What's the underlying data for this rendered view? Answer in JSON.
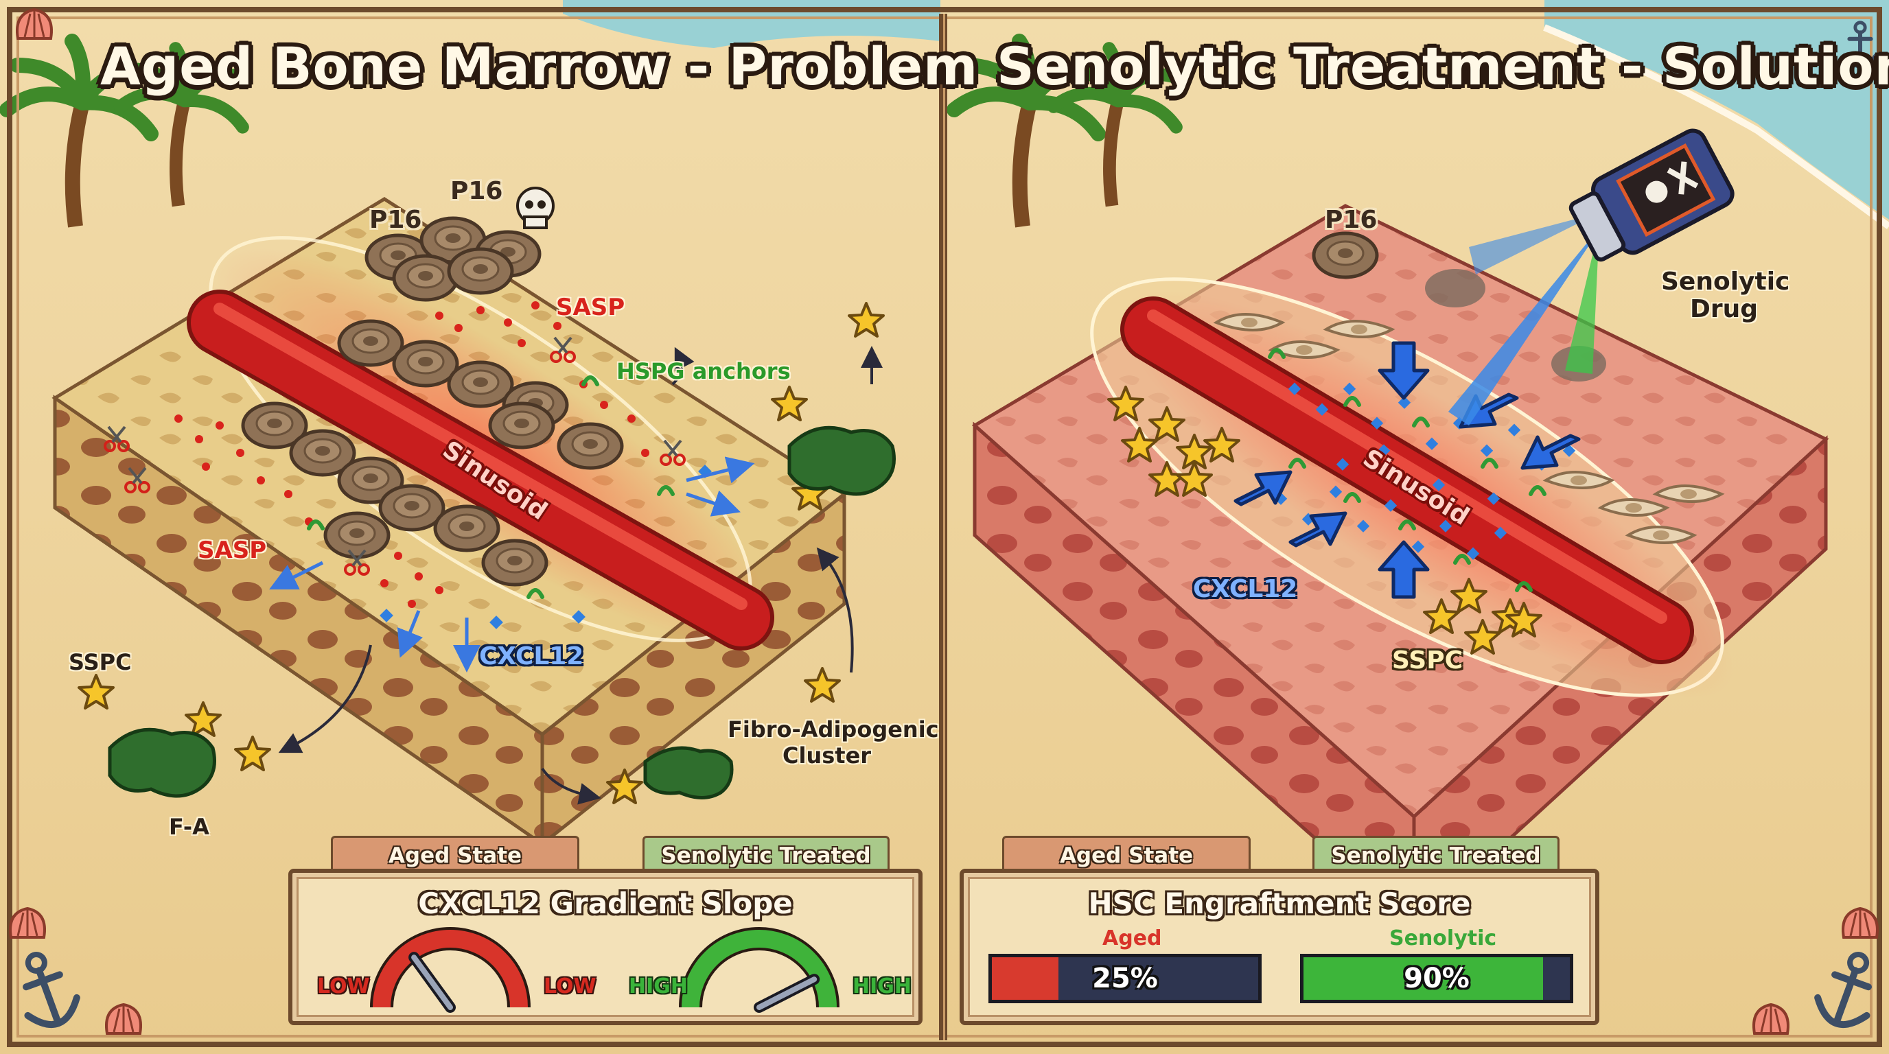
{
  "left_panel": {
    "title": "Aged Bone Marrow - Problem",
    "labels": {
      "p16_a": "P16",
      "p16_b": "P16",
      "sasp_top": "SASP",
      "sasp_left": "SASP",
      "hspg": "HSPG anchors",
      "sinusoid": "Sinusoid",
      "cxcl12": "CXCL12",
      "sspc": "SSPC",
      "fa": "F-A",
      "fibro_line1": "Fibro-Adipogenic",
      "fibro_line2": "Cluster"
    },
    "tabs": {
      "aged": "Aged State",
      "senolytic": "Senolytic Treated State"
    },
    "gauge_panel": {
      "title": "CXCL12 Gradient Slope",
      "aged_gauge": {
        "left": "LOW",
        "right": "LOW",
        "level": 0.3,
        "color": "#d8342a"
      },
      "senolytic_gauge": {
        "left": "HIGH",
        "right": "HIGH",
        "level": 0.85,
        "color": "#3fb33a"
      }
    }
  },
  "right_panel": {
    "title": "Senolytic Treatment - Solution",
    "labels": {
      "p16": "P16",
      "drug_line1": "Senolytic",
      "drug_line2": "Drug",
      "sinusoid": "Sinusoid",
      "cxcl12": "CXCL12",
      "sspc": "SSPC"
    },
    "tabs": {
      "aged": "Aged State",
      "senolytic": "Senolytic Treated State"
    },
    "score_panel": {
      "title": "HSC Engraftment Score",
      "aged": {
        "label": "Aged",
        "value_text": "25%",
        "fraction": 0.25,
        "color": "#d83a2e"
      },
      "senolytic": {
        "label": "Senolytic",
        "value_text": "90%",
        "fraction": 0.9,
        "color": "#3db53a"
      }
    }
  },
  "colors": {
    "frame": "#6d4a2c",
    "sand": "#f0d7a2",
    "sea": "#8fcfd8",
    "vessel": "#c81e1e",
    "tissue_aged": "#e8cf8e",
    "tissue_treated": "#e79a88",
    "star": "#f6c52a",
    "fa_cluster": "#2f6e2d",
    "cxcl12": "#2f7fe0"
  },
  "icons": [
    "palm-tree-icon",
    "skull-icon",
    "scissors-icon",
    "star-icon",
    "anchor-icon",
    "shell-icon",
    "drug-bottle-icon",
    "arrow-icon"
  ]
}
